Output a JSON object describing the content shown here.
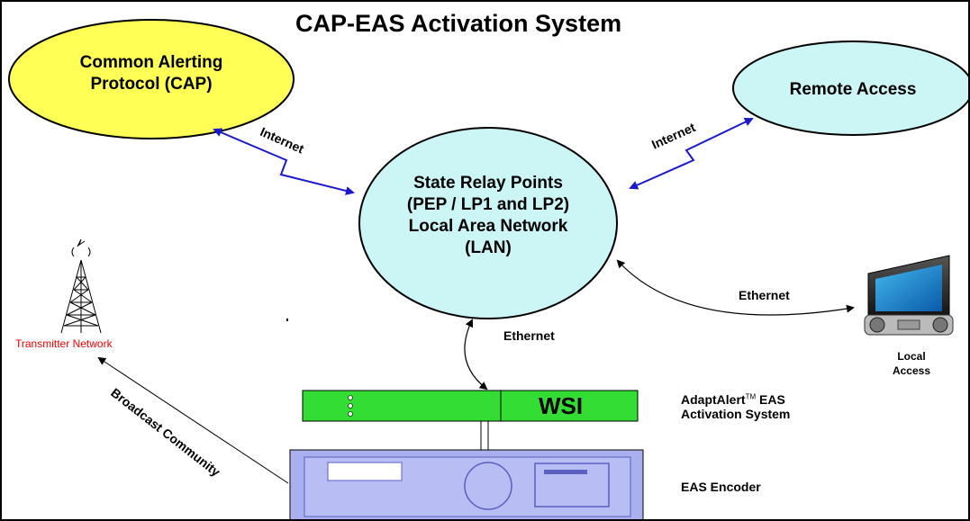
{
  "title": "CAP-EAS Activation System",
  "nodes": {
    "cap": {
      "line1": "Common Alerting",
      "line2": "Protocol (CAP)",
      "color": "#ffff55"
    },
    "remote": {
      "label": "Remote Access",
      "color": "#ccf5f5"
    },
    "relay": {
      "line1": "State Relay Points",
      "line2": "(PEP / LP1 and LP2)",
      "line3": "Local Area Network",
      "line4": "(LAN)",
      "color": "#ccf5f5"
    },
    "transmitter": {
      "label": "Transmitter Network",
      "color": "#ff0000",
      "icon": "radio-tower-icon"
    },
    "local": {
      "line1": "Local",
      "line2": "Access",
      "icon": "monitor-icon"
    },
    "wsi": {
      "logo": "WSI",
      "label_line1": "AdaptAlert",
      "tm": "TM",
      "label_line1_rest": " EAS",
      "label_line2": "Activation System",
      "color": "#33dd33"
    },
    "encoder": {
      "label": "EAS Encoder",
      "color": "#aab0ee"
    }
  },
  "connections": {
    "internet_left": "Internet",
    "internet_right": "Internet",
    "ethernet_local": "Ethernet",
    "ethernet_wsi": "Ethernet",
    "broadcast": "Broadcast Community"
  },
  "colors": {
    "link_arrow": "#1a1acc",
    "line": "#000000"
  }
}
